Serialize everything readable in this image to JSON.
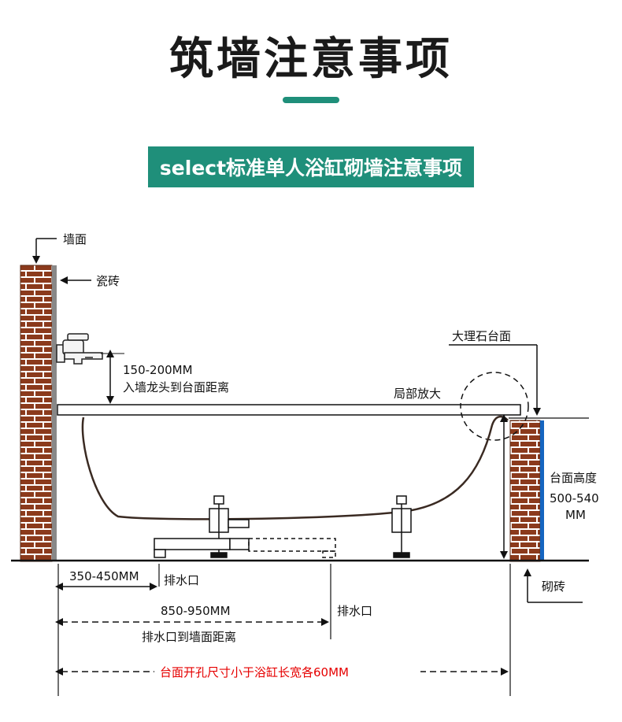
{
  "title": "筑墙注意事项",
  "subtitle": "select标准单人浴缸砌墙注意事项",
  "labels": {
    "wall_surface": "墙面",
    "tile": "瓷砖",
    "faucet_height": "150-200MM",
    "faucet_height_desc": "入墙龙头到台面距离",
    "marble_top": "大理石台面",
    "detail_zoom": "局部放大",
    "counter_height": "台面高度",
    "counter_height_value": "500-540",
    "counter_height_unit": "MM",
    "brick": "砌砖",
    "drain_offset": "350-450MM",
    "drain_label_1": "排水口",
    "drain_distance": "850-950MM",
    "drain_label_2": "排水口",
    "drain_distance_desc": "排水口到墙面距离",
    "opening_note": "台面开孔尺寸小于浴缸长宽各60MM"
  },
  "colors": {
    "accent": "#1f8f7a",
    "brick": "#8b3a1c",
    "mortar": "#ffffff",
    "tub_curve": "#3a2a22",
    "tile": "#888888",
    "blue_edge": "#1565c0",
    "note_red": "#e60000"
  }
}
